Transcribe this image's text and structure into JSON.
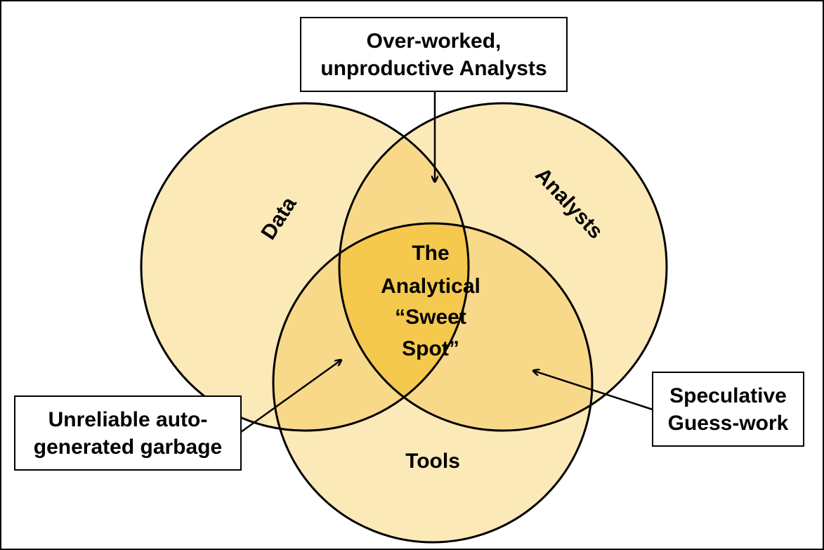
{
  "diagram": {
    "circles": [
      {
        "label": "Data"
      },
      {
        "label": "Analysts"
      },
      {
        "label": "Tools"
      }
    ],
    "center": {
      "lines": [
        "The",
        "Analytical",
        "“Sweet",
        "Spot”"
      ]
    },
    "callouts": {
      "top": {
        "lines": [
          "Over-worked,",
          "unproductive Analysts"
        ]
      },
      "left": {
        "lines": [
          "Unreliable auto-",
          "generated garbage"
        ]
      },
      "right": {
        "lines": [
          "Speculative",
          "Guess-work"
        ]
      }
    },
    "colors": {
      "circle_fill": "#fbe9b8",
      "overlap_two": "#f8d98a",
      "overlap_three": "#f5c84e",
      "stroke": "#000000"
    }
  }
}
